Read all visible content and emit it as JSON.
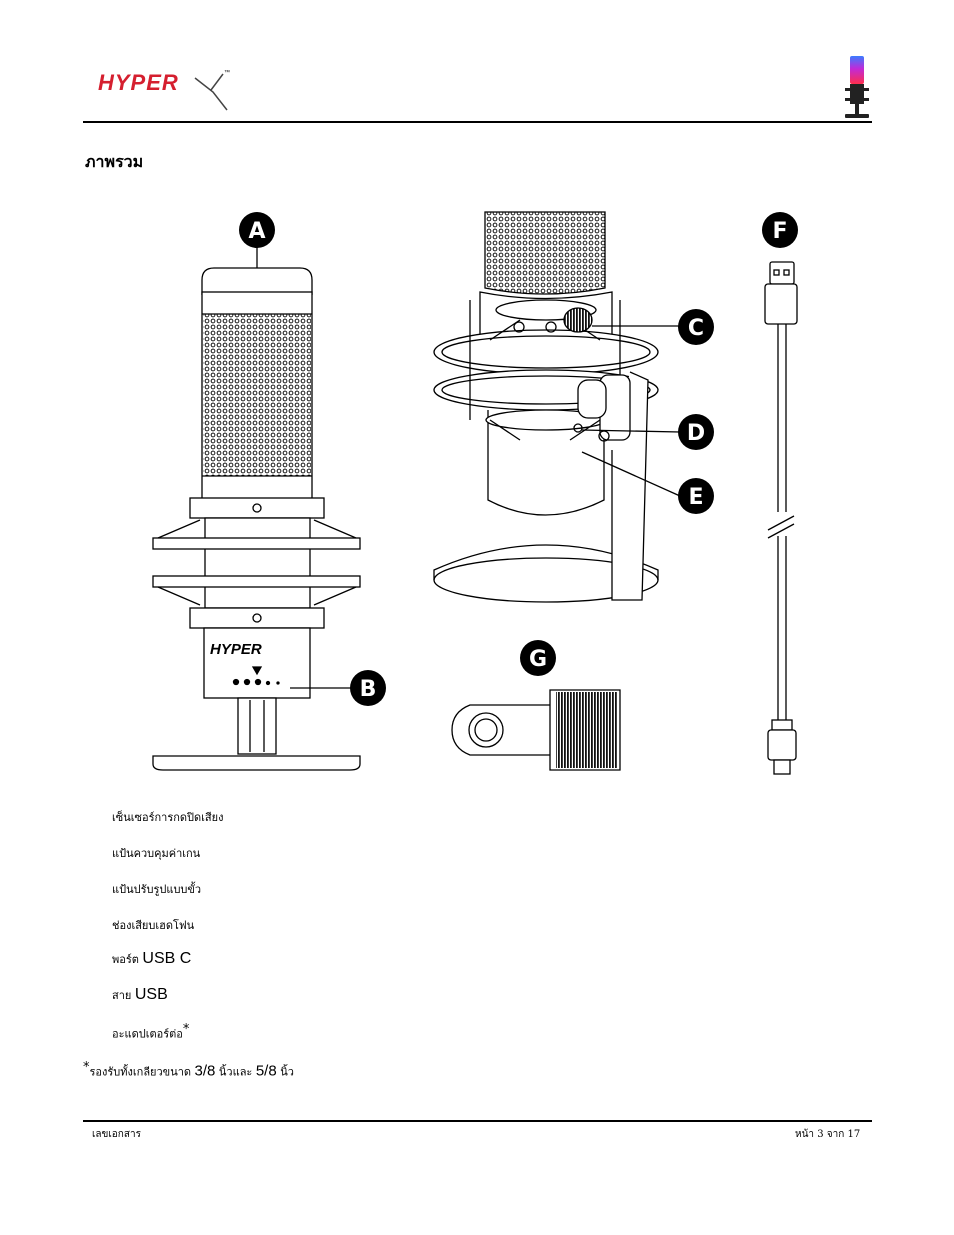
{
  "header": {
    "brand": "HYPER",
    "trademark": "™"
  },
  "section_title": "ภาพรวม",
  "callouts": [
    "A",
    "B",
    "C",
    "D",
    "E",
    "F",
    "G"
  ],
  "diagram_brand": "HYPER",
  "legend": [
    {
      "thai": "เซ็นเซอร์การกดปิดเสียง",
      "latin": "",
      "mark": ""
    },
    {
      "thai": "แป้นควบคุมค่าเกน",
      "latin": "",
      "mark": ""
    },
    {
      "thai": "แป้นปรับรูปแบบขั้ว",
      "latin": "",
      "mark": ""
    },
    {
      "thai": "ช่องเสียบเฮดโฟน",
      "latin": "",
      "mark": ""
    },
    {
      "thai": "พอร์ต",
      "latin": "USB C",
      "mark": ""
    },
    {
      "thai": "สาย",
      "latin": "USB",
      "mark": ""
    },
    {
      "thai": "อะแดปเตอร์ต่อ",
      "latin": "",
      "mark": "*"
    }
  ],
  "footnote": {
    "star": "*",
    "t1": "รองรับทั้งเกลียวขนาด",
    "n1": "3/8",
    "t2": "นิ้วและ",
    "n2": "5/8",
    "t3": "นิ้ว"
  },
  "footer": {
    "left": "เลขเอกสาร",
    "right": "หน้า 3 จาก 17"
  },
  "colors": {
    "brand_red": "#d51f2f",
    "line": "#000000"
  }
}
